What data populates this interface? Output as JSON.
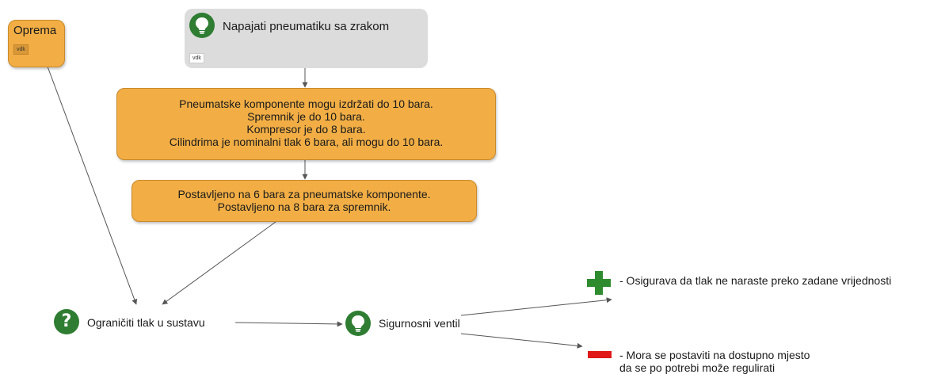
{
  "oprema": {
    "title": "Oprema",
    "tag": "vdk"
  },
  "top_idea": {
    "text": "Napajati pneumatiku sa zrakom",
    "tag": "vdk"
  },
  "box1": {
    "lines": [
      "Pneumatske komponente mogu izdržati do 10 bara.",
      "Spremnik je do 10 bara.",
      "Kompresor je do 8 bara.",
      "Cilindrima je nominalni tlak 6 bara, ali mogu do 10 bara."
    ]
  },
  "box2": {
    "lines": [
      "Postavljeno na 6 bara za pneumatske komponente.",
      "Postavljeno na 8 bara za spremnik."
    ]
  },
  "question": {
    "text": "Ograničiti tlak u sustavu",
    "icon": "question-icon"
  },
  "solution": {
    "text": "Sigurnosni ventil",
    "icon": "lightbulb-icon"
  },
  "pro": {
    "text": "- Osigurava da tlak ne naraste preko zadane vrijednosti",
    "icon": "plus-icon"
  },
  "con": {
    "lines": [
      "- Mora se postaviti na dostupno mjesto",
      "da se po potrebi može regulirati"
    ],
    "icon": "minus-icon"
  },
  "colors": {
    "orange": "#f2ae45",
    "gray": "#dcdcdc",
    "icon_green": "#2e7d32",
    "plus_green": "#2e8b2e",
    "minus_red": "#e01818",
    "connector": "#555555"
  }
}
